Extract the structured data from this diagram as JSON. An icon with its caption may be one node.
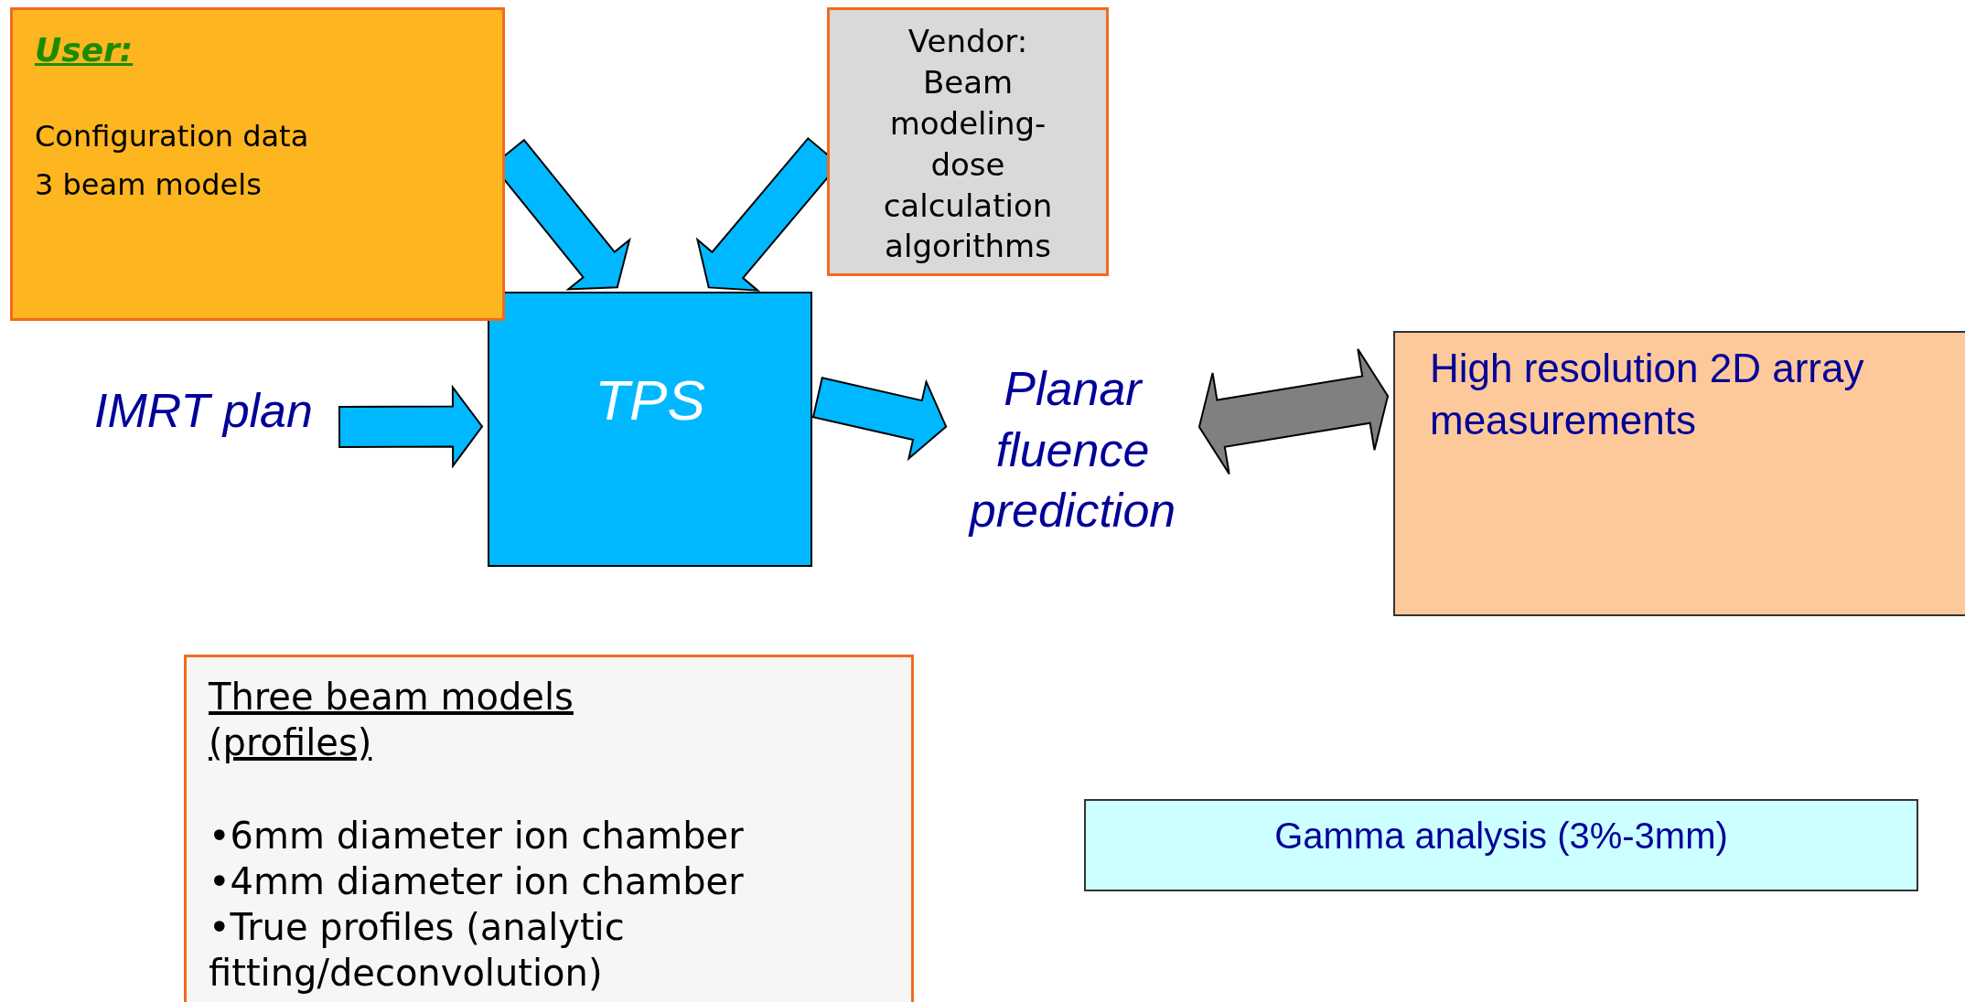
{
  "diagram": {
    "nodes": [
      {
        "text": [
          "User:",
          "Configuration data",
          "3 beam models"
        ]
      },
      {
        "text": [
          "Vendor: Beam modeling- dose calculation algorithms"
        ]
      },
      {
        "text": [
          "TPS"
        ]
      },
      {
        "text": [
          "IMRT plan"
        ]
      },
      {
        "text": [
          "Planar fluence prediction"
        ]
      },
      {
        "text": [
          "High resolution 2D array measurements"
        ]
      },
      {
        "text": [
          "Three beam models (profiles)",
          "•6mm diameter ion chamber",
          "•4mm diameter ion chamber",
          "•True profiles (analytic fitting/deconvolution)"
        ]
      },
      {
        "text": [
          "Gamma analysis (3%-3mm)"
        ]
      }
    ],
    "edges": [
      {
        "from": 0,
        "to": 2,
        "arrow": "to"
      },
      {
        "from": 1,
        "to": 2,
        "arrow": "to"
      },
      {
        "from": 3,
        "to": 2,
        "arrow": "to"
      },
      {
        "from": 2,
        "to": 4,
        "arrow": "to"
      },
      {
        "from": 4,
        "to": 5,
        "arrow": "both",
        "color": "#808080"
      }
    ]
  }
}
